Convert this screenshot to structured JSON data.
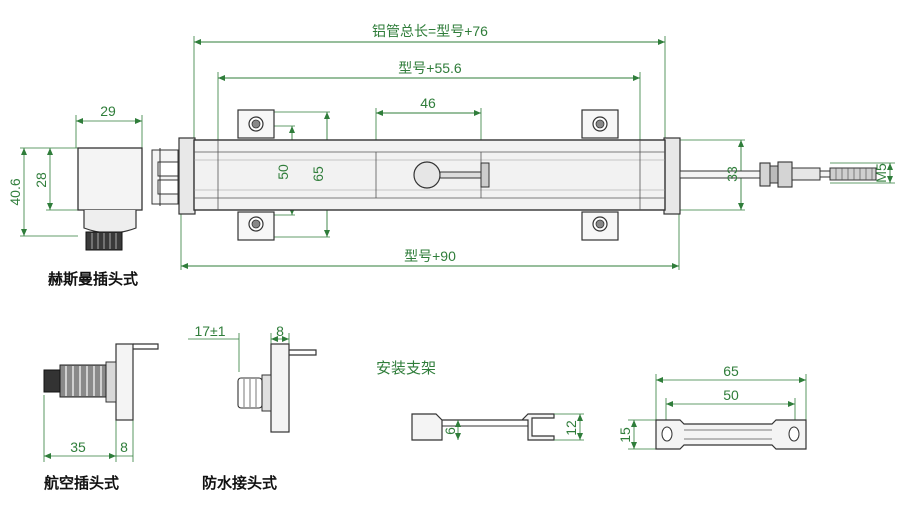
{
  "colors": {
    "dimension": "#2f7d3a",
    "outline": "#333333",
    "body_fill": "#f2f2f2",
    "label": "#111111"
  },
  "main_view": {
    "dim_total_tube": "铝管总长=型号+76",
    "dim_model_55": "型号+55.6",
    "dim_46": "46",
    "dim_50": "50",
    "dim_65": "65",
    "dim_33": "33",
    "dim_m5": "M5",
    "dim_model_90": "型号+90"
  },
  "hirschmann": {
    "dim_29": "29",
    "dim_40_6": "40.6",
    "dim_28": "28",
    "label": "赫斯曼插头式"
  },
  "aviation": {
    "dim_35": "35",
    "dim_8": "8",
    "label": "航空插头式"
  },
  "waterproof": {
    "dim_17": "17±1",
    "dim_8": "8",
    "label": "防水接头式"
  },
  "bracket": {
    "title": "安装支架",
    "dim_6": "6",
    "dim_12": "12"
  },
  "bracket_top": {
    "dim_65": "65",
    "dim_50": "50",
    "dim_15": "15"
  }
}
